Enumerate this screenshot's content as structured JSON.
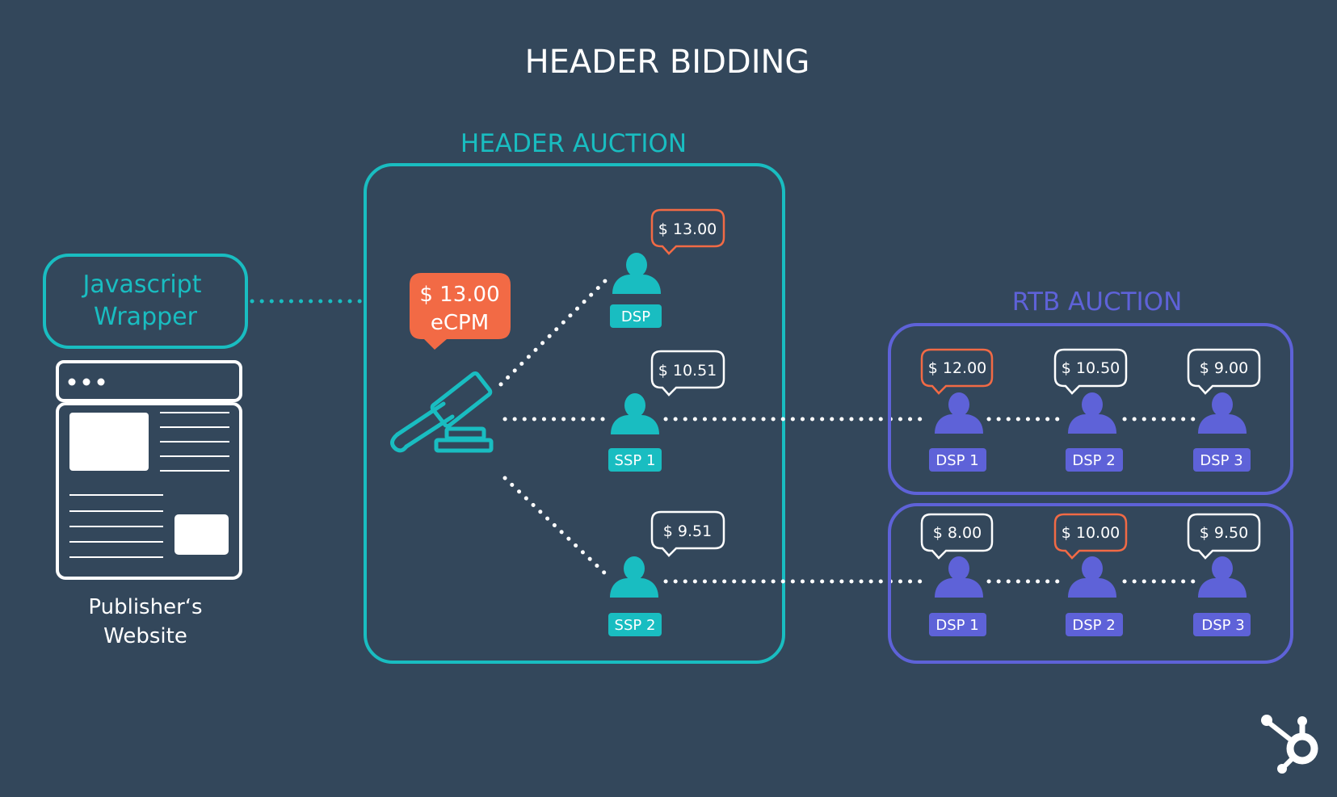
{
  "colors": {
    "background": "#33475b",
    "teal": "#19bdc1",
    "orange": "#f26a45",
    "purple": "#5e62d8",
    "white": "#ffffff"
  },
  "title": "HEADER BIDDING",
  "wrapper": {
    "line1": "Javascript",
    "line2": "Wrapper"
  },
  "publisher": {
    "line1": "Publisher‘s",
    "line2": "Website"
  },
  "header_auction": {
    "title": "HEADER AUCTION",
    "winner": {
      "price": "$ 13.00",
      "unit": "eCPM"
    },
    "icon": "gavel-icon",
    "bidders": [
      {
        "label": "DSP",
        "bid": "$ 13.00",
        "winning": true
      },
      {
        "label": "SSP 1",
        "bid": "$ 10.51",
        "winning": false
      },
      {
        "label": "SSP 2",
        "bid": "$ 9.51",
        "winning": false
      }
    ]
  },
  "rtb_auction": {
    "title": "RTB AUCTION",
    "rows": [
      {
        "bidders": [
          {
            "label": "DSP 1",
            "bid": "$ 12.00",
            "winning": true
          },
          {
            "label": "DSP 2",
            "bid": "$ 10.50",
            "winning": false
          },
          {
            "label": "DSP 3",
            "bid": "$ 9.00",
            "winning": false
          }
        ]
      },
      {
        "bidders": [
          {
            "label": "DSP 1",
            "bid": "$ 8.00",
            "winning": false
          },
          {
            "label": "DSP 2",
            "bid": "$ 10.00",
            "winning": true
          },
          {
            "label": "DSP 3",
            "bid": "$ 9.50",
            "winning": false
          }
        ]
      }
    ]
  },
  "logo": "hubspot-logo-icon"
}
